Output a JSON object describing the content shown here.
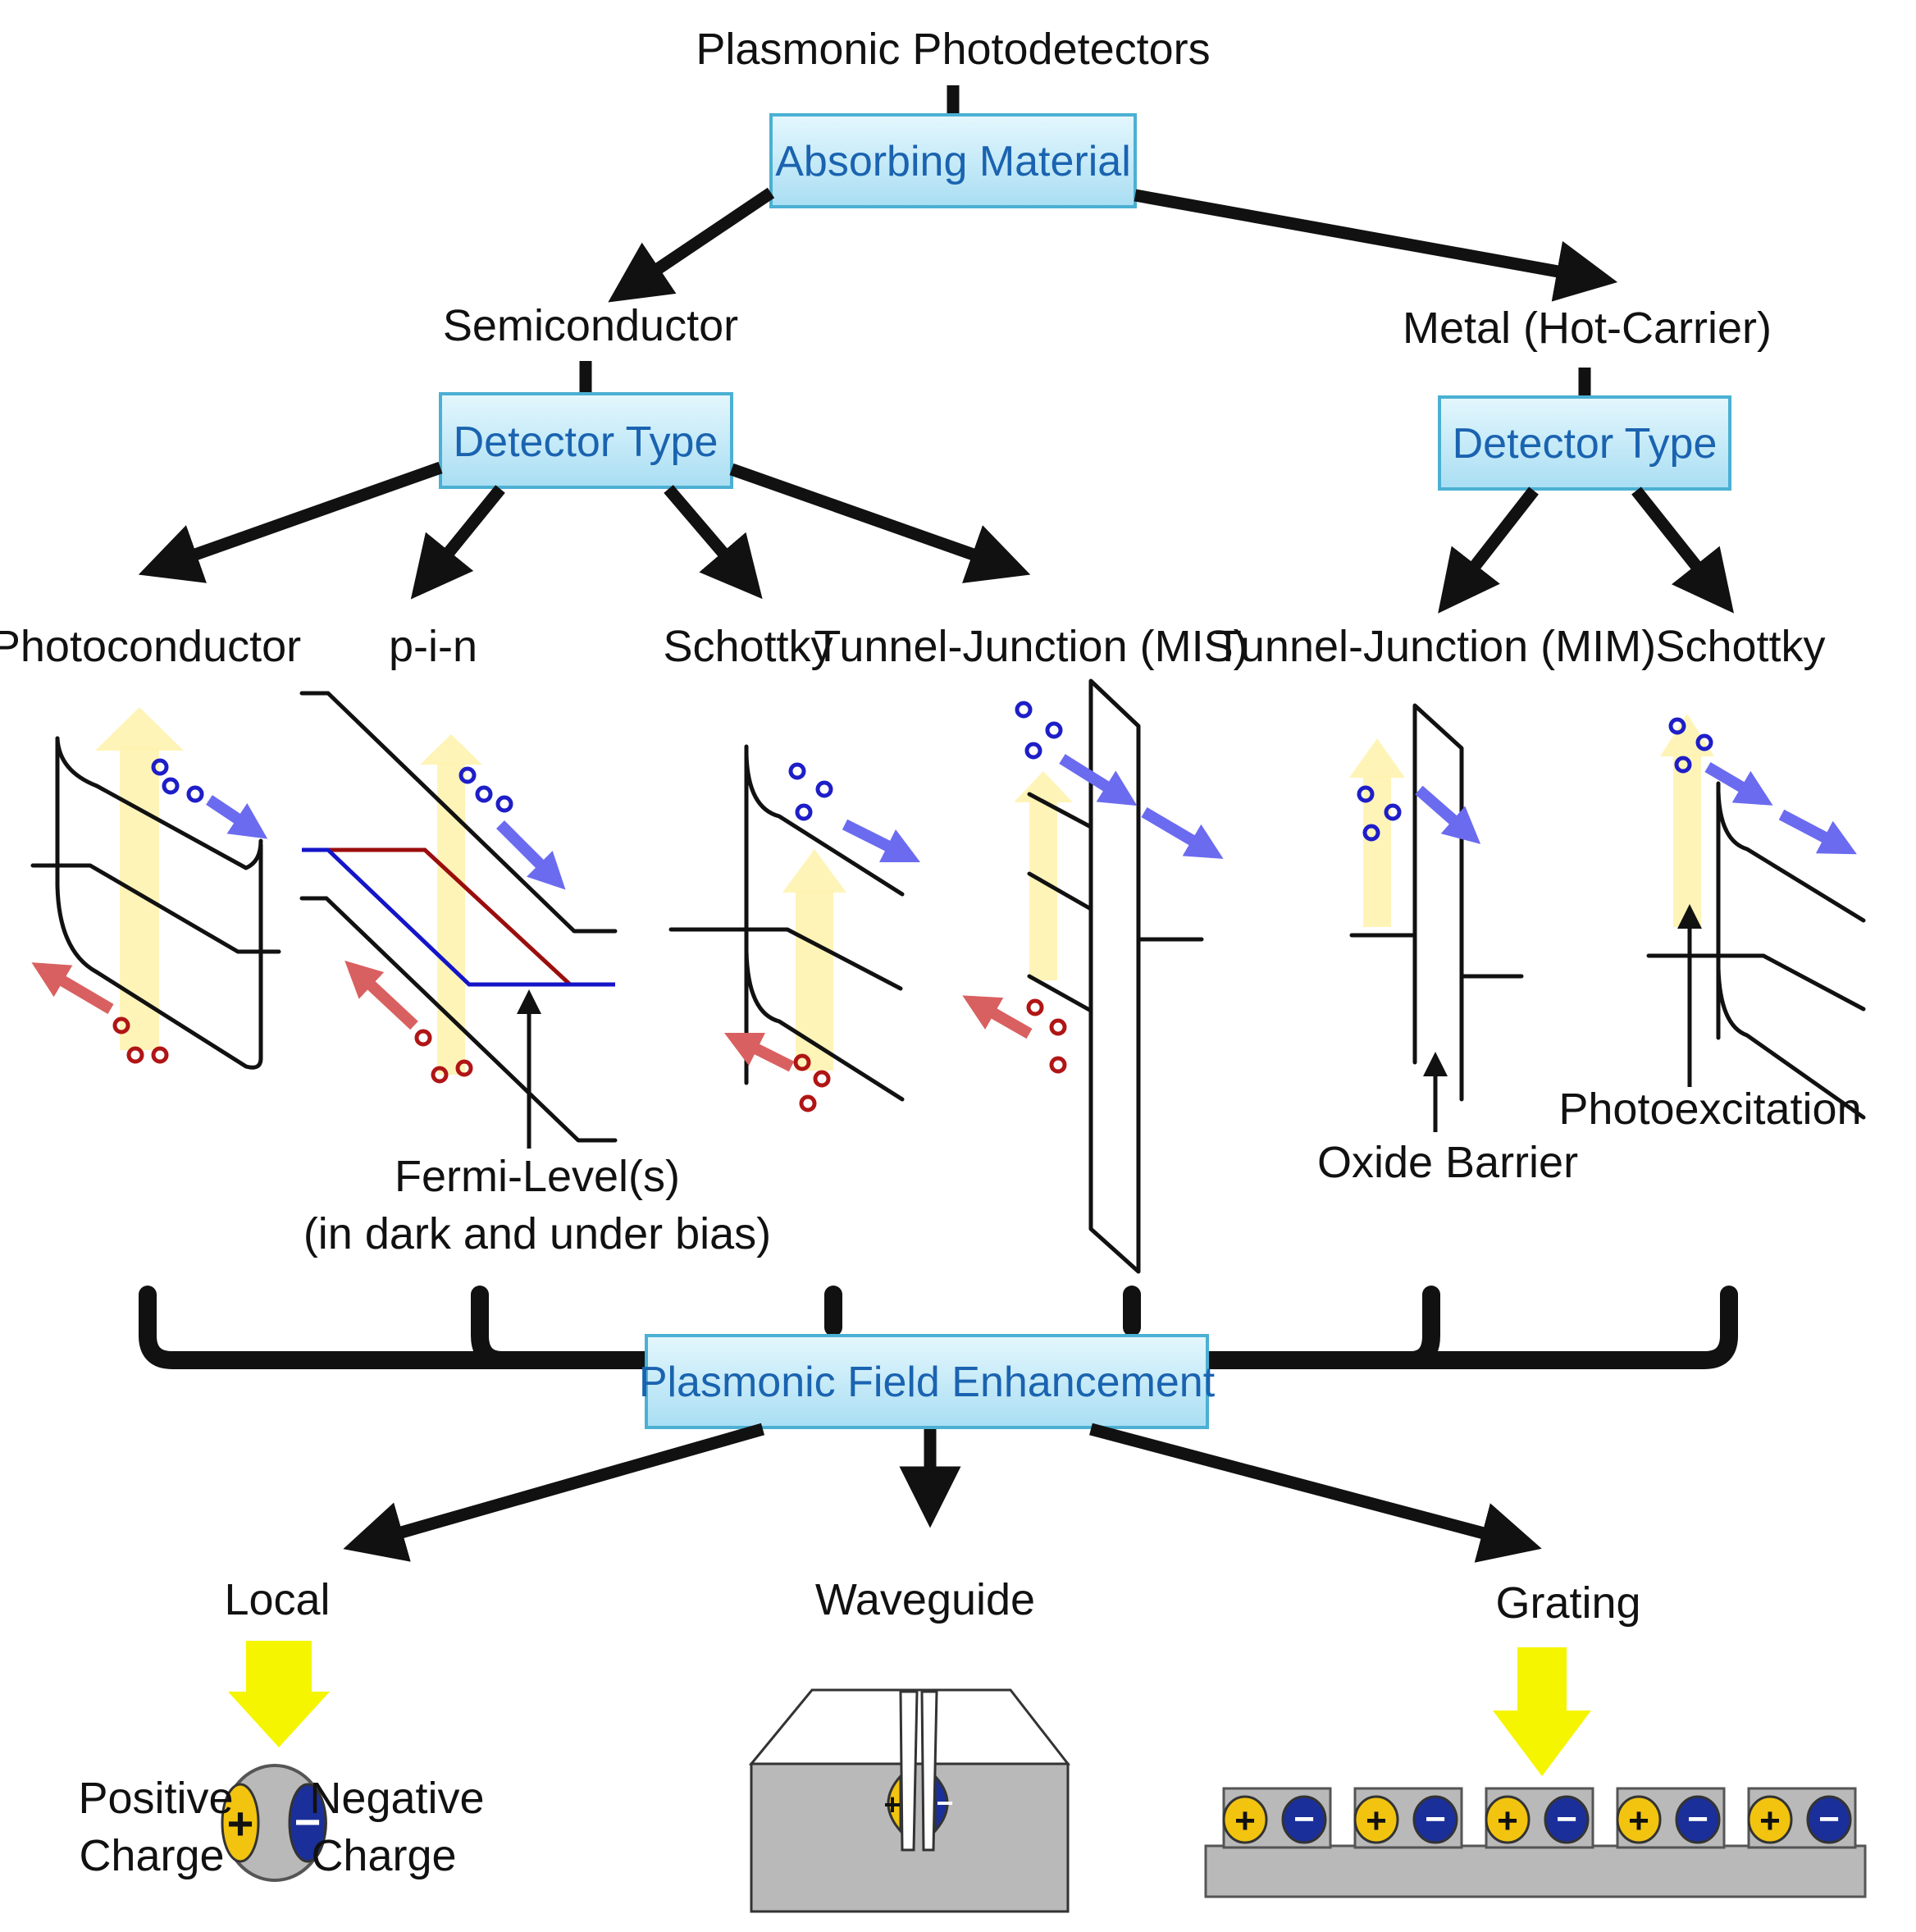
{
  "root": {
    "title": "Plasmonic Photodetectors"
  },
  "level1": {
    "box_label": "Absorbing Material"
  },
  "materials": [
    {
      "label": "Semiconductor",
      "box_label": "Detector Type"
    },
    {
      "label": "Metal (Hot-Carrier)",
      "box_label": "Detector Type"
    }
  ],
  "detector_types": [
    {
      "label": "Photoconductor"
    },
    {
      "label": "p-i-n"
    },
    {
      "label": "Schottky"
    },
    {
      "label": "Tunnel-Junction (MIS)"
    },
    {
      "label": "Tunnel-Junction (MIM)"
    },
    {
      "label": "Schottky"
    }
  ],
  "annotations": {
    "fermi_line1": "Fermi-Level(s)",
    "fermi_line2": "(in dark and under bias)",
    "oxide_barrier": "Oxide Barrier",
    "photoexcitation": "Photoexcitation"
  },
  "enhancement": {
    "box_label": "Plasmonic Field Enhancement"
  },
  "mechanisms": [
    {
      "label": "Local"
    },
    {
      "label": "Waveguide"
    },
    {
      "label": "Grating"
    }
  ],
  "charges": {
    "positive_line1": "Positive",
    "positive_line2": "Charge",
    "negative_line1": "Negative",
    "negative_line2": "Charge",
    "plus_symbol": "+",
    "minus_symbol": "−"
  },
  "colors": {
    "box_fill": "#c6ecf8",
    "box_stroke": "#4bb0d3",
    "box_text": "#1a63b0",
    "electron": "#1e1ec8",
    "hole": "#b01515",
    "electron_arrow": "#6b6bf0",
    "hole_arrow": "#d96060",
    "photon_arrow": "#fff3b0",
    "incident_light": "#f5f500",
    "positive_lobe": "#f2c40f",
    "negative_lobe": "#1b2f9a",
    "fermi_red": "#9b0d0d",
    "fermi_blue": "#1414c8",
    "substrate": "#b9b9b9"
  }
}
